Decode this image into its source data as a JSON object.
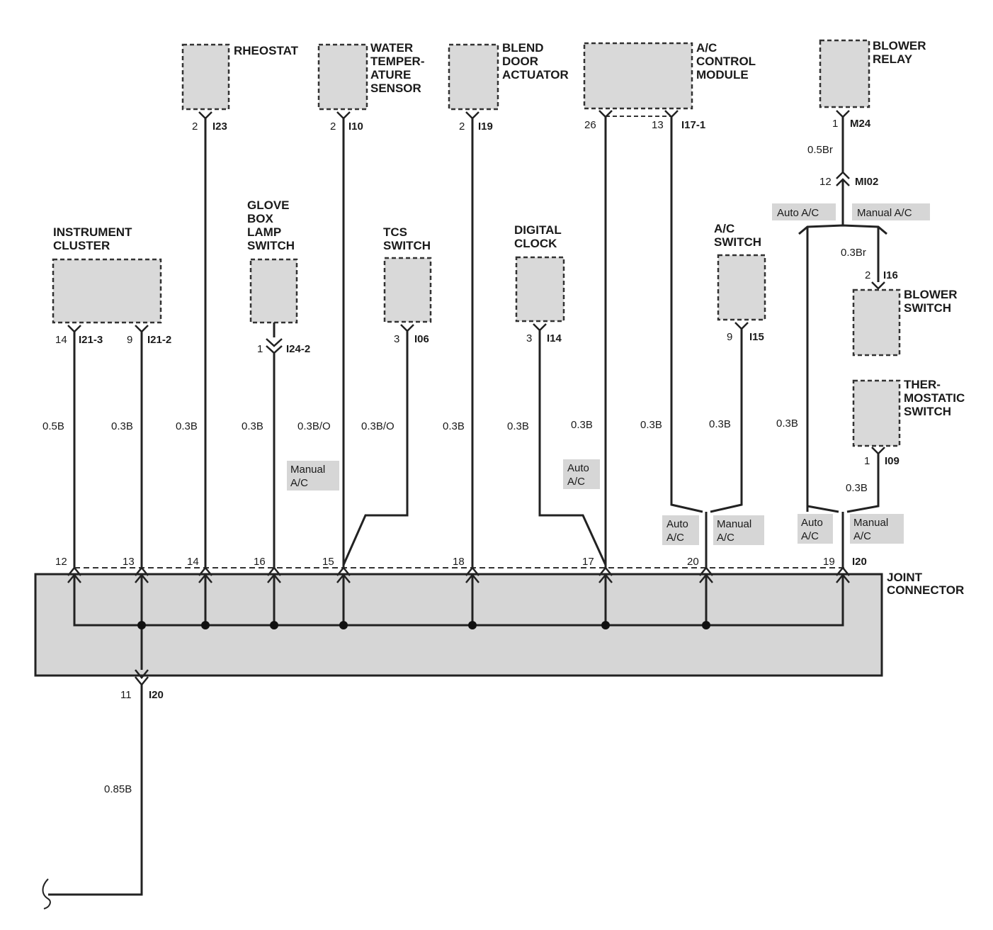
{
  "components": {
    "rheostat": {
      "lines": [
        "RHEOSTAT"
      ],
      "pin": "2",
      "connector": "I23"
    },
    "water_temp_sensor": {
      "lines": [
        "WATER",
        "TEMPER-",
        "ATURE",
        "SENSOR"
      ],
      "pin": "2",
      "connector": "I10"
    },
    "blend_door_actuator": {
      "lines": [
        "BLEND",
        "DOOR",
        "ACTUATOR"
      ],
      "pin": "2",
      "connector": "I19"
    },
    "ac_control_module": {
      "lines": [
        "A/C",
        "CONTROL",
        "MODULE"
      ],
      "pin_a": "26",
      "pin_b": "13",
      "connector": "I17-1"
    },
    "blower_relay": {
      "lines": [
        "BLOWER",
        "RELAY"
      ],
      "pin": "1",
      "connector": "M24"
    },
    "instrument_cluster": {
      "lines": [
        "INSTRUMENT",
        "CLUSTER"
      ],
      "pin_a": "14",
      "connector_a": "I21-3",
      "pin_b": "9",
      "connector_b": "I21-2"
    },
    "glove_box_lamp_switch": {
      "lines": [
        "GLOVE",
        "BOX",
        "LAMP",
        "SWITCH"
      ],
      "pin": "1",
      "connector": "I24-2"
    },
    "tcs_switch": {
      "lines": [
        "TCS",
        "SWITCH"
      ],
      "pin": "3",
      "connector": "I06"
    },
    "digital_clock": {
      "lines": [
        "DIGITAL",
        "CLOCK"
      ],
      "pin": "3",
      "connector": "I14"
    },
    "ac_switch": {
      "lines": [
        "A/C",
        "SWITCH"
      ],
      "pin": "9",
      "connector": "I15"
    },
    "blower_switch": {
      "lines": [
        "BLOWER",
        "SWITCH"
      ],
      "pin": "2",
      "connector": "I16"
    },
    "thermostatic_switch": {
      "lines": [
        "THER-",
        "MOSTATIC",
        "SWITCH"
      ],
      "pin": "1",
      "connector": "I09"
    },
    "joint_connector": {
      "lines": [
        "JOINT",
        "CONNECTOR"
      ],
      "connector": "I20",
      "ground_pin": "11",
      "ground_connector": "I20"
    }
  },
  "inline_connector": {
    "pin": "12",
    "connector": "MI02"
  },
  "joint_pins": [
    "12",
    "13",
    "14",
    "16",
    "15",
    "18",
    "17",
    "20",
    "19"
  ],
  "wires": {
    "w_cluster_a": "0.5B",
    "w_cluster_b": "0.3B",
    "w_rheostat": "0.3B",
    "w_glove": "0.3B",
    "w_water": "0.3B/O",
    "w_tcs": "0.3B/O",
    "w_blend": "0.3B",
    "w_clock": "0.3B",
    "w_acm26": "0.3B",
    "w_acm13": "0.3B",
    "w_acsw": "0.3B",
    "w_auto_left": "0.3B",
    "w_relay": "0.5Br",
    "w_blower": "0.3Br",
    "w_thermo": "0.3B",
    "w_ground": "0.85B"
  },
  "options": {
    "manual_ac_mid": [
      "Manual",
      "A/C"
    ],
    "auto_ac_mid": [
      "Auto",
      "A/C"
    ],
    "auto_ac_20": [
      "Auto",
      "A/C"
    ],
    "manual_ac_20": [
      "Manual",
      "A/C"
    ],
    "auto_ac_19": [
      "Auto",
      "A/C"
    ],
    "manual_ac_19": [
      "Manual",
      "A/C"
    ],
    "auto_ac_top": "Auto A/C",
    "manual_ac_top": "Manual A/C"
  }
}
